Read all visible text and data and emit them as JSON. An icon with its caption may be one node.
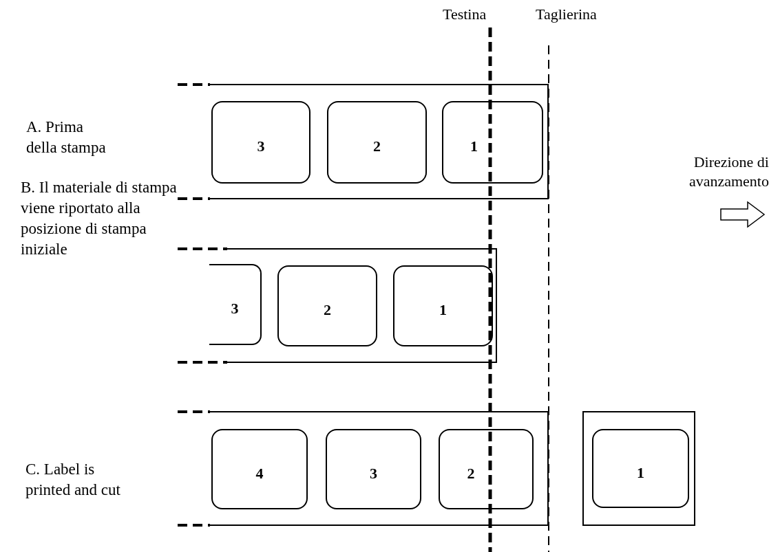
{
  "diagram": {
    "nodes": [
      {
        "text": [],
        "shape": "box"
      },
      {
        "text": [
          "3"
        ],
        "in": 0
      },
      {
        "text": [
          "2"
        ],
        "in": 0
      },
      {
        "text": [
          "1"
        ],
        "in": 0
      },
      {
        "text": [],
        "shape": "box"
      },
      {
        "text": [
          "3"
        ]
      },
      {
        "text": [
          "2"
        ],
        "in": 4
      },
      {
        "text": [
          "1"
        ],
        "in": 4
      },
      {
        "text": [],
        "shape": "box"
      },
      {
        "text": [
          "4"
        ],
        "in": 8
      },
      {
        "text": [
          "3"
        ],
        "in": 8
      },
      {
        "text": [
          "2"
        ],
        "in": 8
      },
      {
        "text": [],
        "shape": "box"
      },
      {
        "text": [
          "1"
        ],
        "in": 12
      }
    ],
    "labels": [
      "Testina",
      "Taglierina",
      "A. Prima della stampa",
      "Direzione di avanzamento",
      "B.  Il materiale di stampa viene riportato alla posizione di stampa iniziale",
      "C. Label is printed and cut"
    ]
  }
}
